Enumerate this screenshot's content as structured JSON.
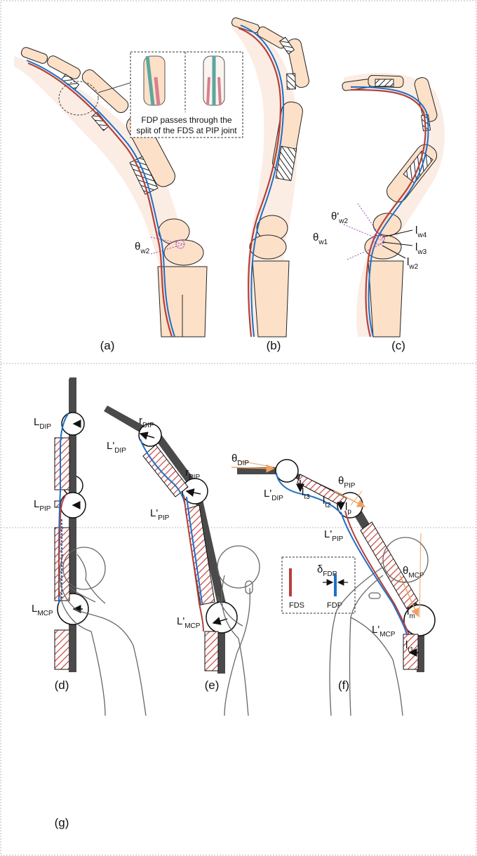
{
  "panels": {
    "a": "(a)",
    "b": "(b)",
    "c": "(c)",
    "d": "(d)",
    "e": "(e)",
    "f": "(f)",
    "g": "(g)"
  },
  "inset": {
    "line1": "FDP passes through the",
    "line2": "split of the FDS at PIP joint"
  },
  "angles": {
    "theta_w2": {
      "main": "θ",
      "sub": "w2"
    },
    "theta_prime_w2": {
      "main": "θ'",
      "sub": "w2"
    },
    "theta_w1": {
      "main": "θ",
      "sub": "w1"
    },
    "theta_dip": {
      "main": "θ",
      "sub": "DIP"
    },
    "theta_pip": {
      "main": "θ",
      "sub": "PIP"
    },
    "theta_mcp": {
      "main": "θ",
      "sub": "MCP"
    }
  },
  "wrist_levers": {
    "lw4": {
      "main": "l",
      "sub": "w4"
    },
    "lw3": {
      "main": "l",
      "sub": "w3"
    },
    "lw2": {
      "main": "l",
      "sub": "w2"
    }
  },
  "tendon_lengths": {
    "l_dip": {
      "main": "L",
      "sub": "DIP"
    },
    "l_pip": {
      "main": "L",
      "sub": "PIP"
    },
    "l_mcp": {
      "main": "L",
      "sub": "MCP"
    },
    "lp_dip": {
      "main": "L'",
      "sub": "DIP"
    },
    "lp_pip": {
      "main": "L'",
      "sub": "PIP"
    },
    "lp_mcp": {
      "main": "L'",
      "sub": "MCP"
    },
    "lpf_dip": {
      "main": "L'",
      "sub": "DIP"
    },
    "lpf_pip": {
      "main": "L'",
      "sub": "PIP"
    },
    "lpf_mcp": {
      "main": "L'",
      "sub": "MCP"
    }
  },
  "radii": {
    "r_dip": {
      "main": "r",
      "sub": "DIP"
    },
    "r_pip": {
      "main": "r",
      "sub": "PIP"
    }
  },
  "moment_arms": {
    "lt3": {
      "main": "l",
      "sub": "t3"
    },
    "lt2": {
      "main": "l",
      "sub": "t2"
    },
    "lp": {
      "main": "l",
      "sub": "p"
    },
    "lm": {
      "main": "l",
      "sub": "m"
    },
    "lt1": {
      "main": "l",
      "sub": "t1"
    }
  },
  "legend": {
    "delta": {
      "main": "δ",
      "sub": "FDP"
    },
    "fds": "FDS",
    "fdp": "FDP"
  },
  "colors": {
    "fds": "#b5403a",
    "fdp": "#1f6fc5",
    "bone_fill": "#fde0c8",
    "skin": "#fbe6d8",
    "segment": "#4a4a4a",
    "hatch": "#c94a44",
    "orange": "#f0a060",
    "purple": "#9a4ac0"
  }
}
